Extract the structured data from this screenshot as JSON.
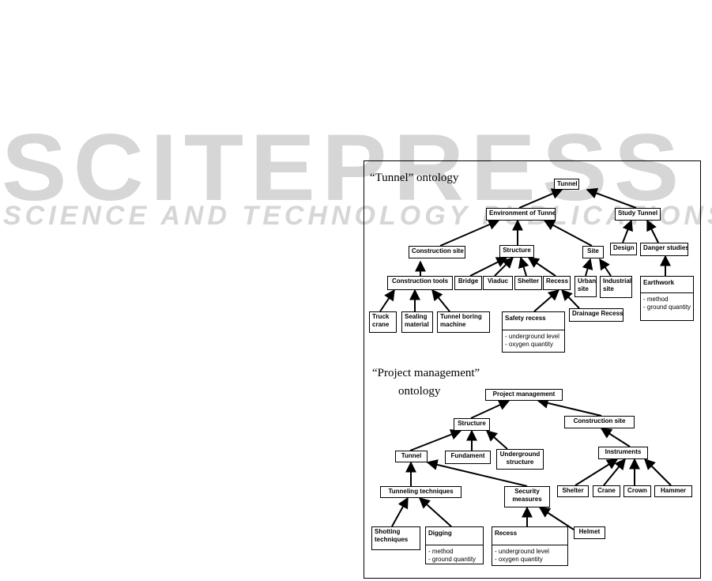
{
  "watermark": {
    "title": "SCITEPRESS",
    "subtitle": "SCIENCE AND TECHNOLOGY PUBLICATIONS"
  },
  "diagram": {
    "tunnel_ontology": {
      "heading": "“Tunnel” ontology",
      "nodes": {
        "tunnel": "Tunnel",
        "environment_of_tunnel": "Environment of Tunnel",
        "study_tunnel": "Study Tunnel",
        "construction_site": "Construction site",
        "structure": "Structure",
        "site": "Site",
        "design": "Design",
        "danger_studies": "Danger studies",
        "construction_tools": "Construction tools",
        "bridge": "Bridge",
        "viaduc": "Viaduc",
        "shelter": "Shelter",
        "recess": "Recess",
        "urban_site": "Urban site",
        "industrial_site": "Industrial site",
        "earthwork": "Earthwork",
        "truck_crane": "Truck crane",
        "sealing_material": "Sealing material",
        "tunnel_boring_machine": "Tunnel boring machine",
        "safety_recess": "Safety recess",
        "drainage_recess": "Drainage Recess"
      },
      "attributes": {
        "earthwork": [
          "- method",
          "- ground quantity"
        ],
        "safety_recess": [
          "- underground level",
          "- oxygen quantity"
        ]
      }
    },
    "project_management_ontology": {
      "heading_line1": "“Project management”",
      "heading_line2": "ontology",
      "nodes": {
        "project_management": "Project management",
        "structure": "Structure",
        "construction_site": "Construction site",
        "tunnel": "Tunnel",
        "fundament": "Fundament",
        "underground_structure": "Underground structure",
        "instruments": "Instruments",
        "tunneling_techniques": "Tunneling techniques",
        "security_measures": "Security measures",
        "shelter": "Shelter",
        "crane": "Crane",
        "crown": "Crown",
        "hammer": "Hammer",
        "shotting_techniques": "Shotting techniques",
        "digging": "Digging",
        "recess": "Recess",
        "helmet": "Helmet"
      },
      "attributes": {
        "digging": [
          "- method",
          "- ground quantity"
        ],
        "recess": [
          "- underground level",
          "- oxygen quantity"
        ]
      }
    }
  }
}
